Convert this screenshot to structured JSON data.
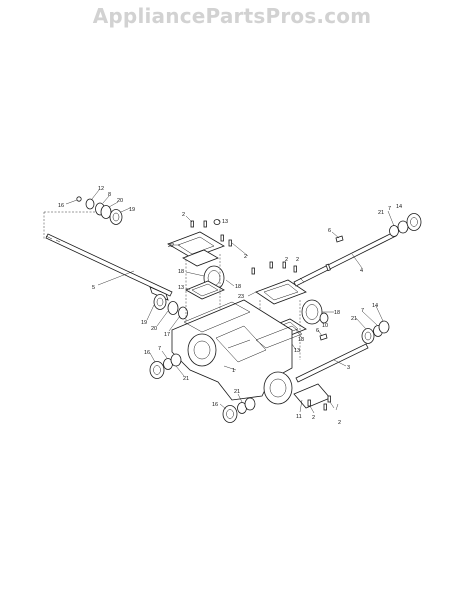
{
  "watermark": "AppliancePartsPros.com",
  "callouts": [
    {
      "id": "c16a",
      "label": "16"
    },
    {
      "id": "c12",
      "label": "12"
    },
    {
      "id": "c8",
      "label": "8"
    },
    {
      "id": "c20a",
      "label": "20"
    },
    {
      "id": "c19a",
      "label": "19"
    },
    {
      "id": "c5",
      "label": "5"
    },
    {
      "id": "c2a",
      "label": "2"
    },
    {
      "id": "c13a",
      "label": "13"
    },
    {
      "id": "c22",
      "label": "22"
    },
    {
      "id": "c2b",
      "label": "2"
    },
    {
      "id": "c2c",
      "label": "2"
    },
    {
      "id": "c18a",
      "label": "18"
    },
    {
      "id": "c18b",
      "label": "18"
    },
    {
      "id": "c13b",
      "label": "13"
    },
    {
      "id": "c19b",
      "label": "19"
    },
    {
      "id": "c20b",
      "label": "20"
    },
    {
      "id": "c17",
      "label": "17"
    },
    {
      "id": "c6a",
      "label": "6"
    },
    {
      "id": "c14a",
      "label": "14"
    },
    {
      "id": "c7a",
      "label": "7"
    },
    {
      "id": "c21a",
      "label": "21"
    },
    {
      "id": "c4",
      "label": "4"
    },
    {
      "id": "c2d",
      "label": "2"
    },
    {
      "id": "c23",
      "label": "23"
    },
    {
      "id": "c18c",
      "label": "18"
    },
    {
      "id": "c10",
      "label": "10"
    },
    {
      "id": "c14b",
      "label": "14"
    },
    {
      "id": "c7b",
      "label": "7"
    },
    {
      "id": "c21b",
      "label": "21"
    },
    {
      "id": "c18d",
      "label": "18"
    },
    {
      "id": "c13c",
      "label": "13"
    },
    {
      "id": "c6b",
      "label": "6"
    },
    {
      "id": "c3",
      "label": "3"
    },
    {
      "id": "c16b",
      "label": "16"
    },
    {
      "id": "c7c",
      "label": "7"
    },
    {
      "id": "c21c",
      "label": "21"
    },
    {
      "id": "c1",
      "label": "1"
    },
    {
      "id": "c16c",
      "label": "16"
    },
    {
      "id": "c21d",
      "label": "21"
    },
    {
      "id": "c11",
      "label": "11"
    },
    {
      "id": "c2e",
      "label": "2"
    },
    {
      "id": "c2f",
      "label": "2"
    }
  ]
}
